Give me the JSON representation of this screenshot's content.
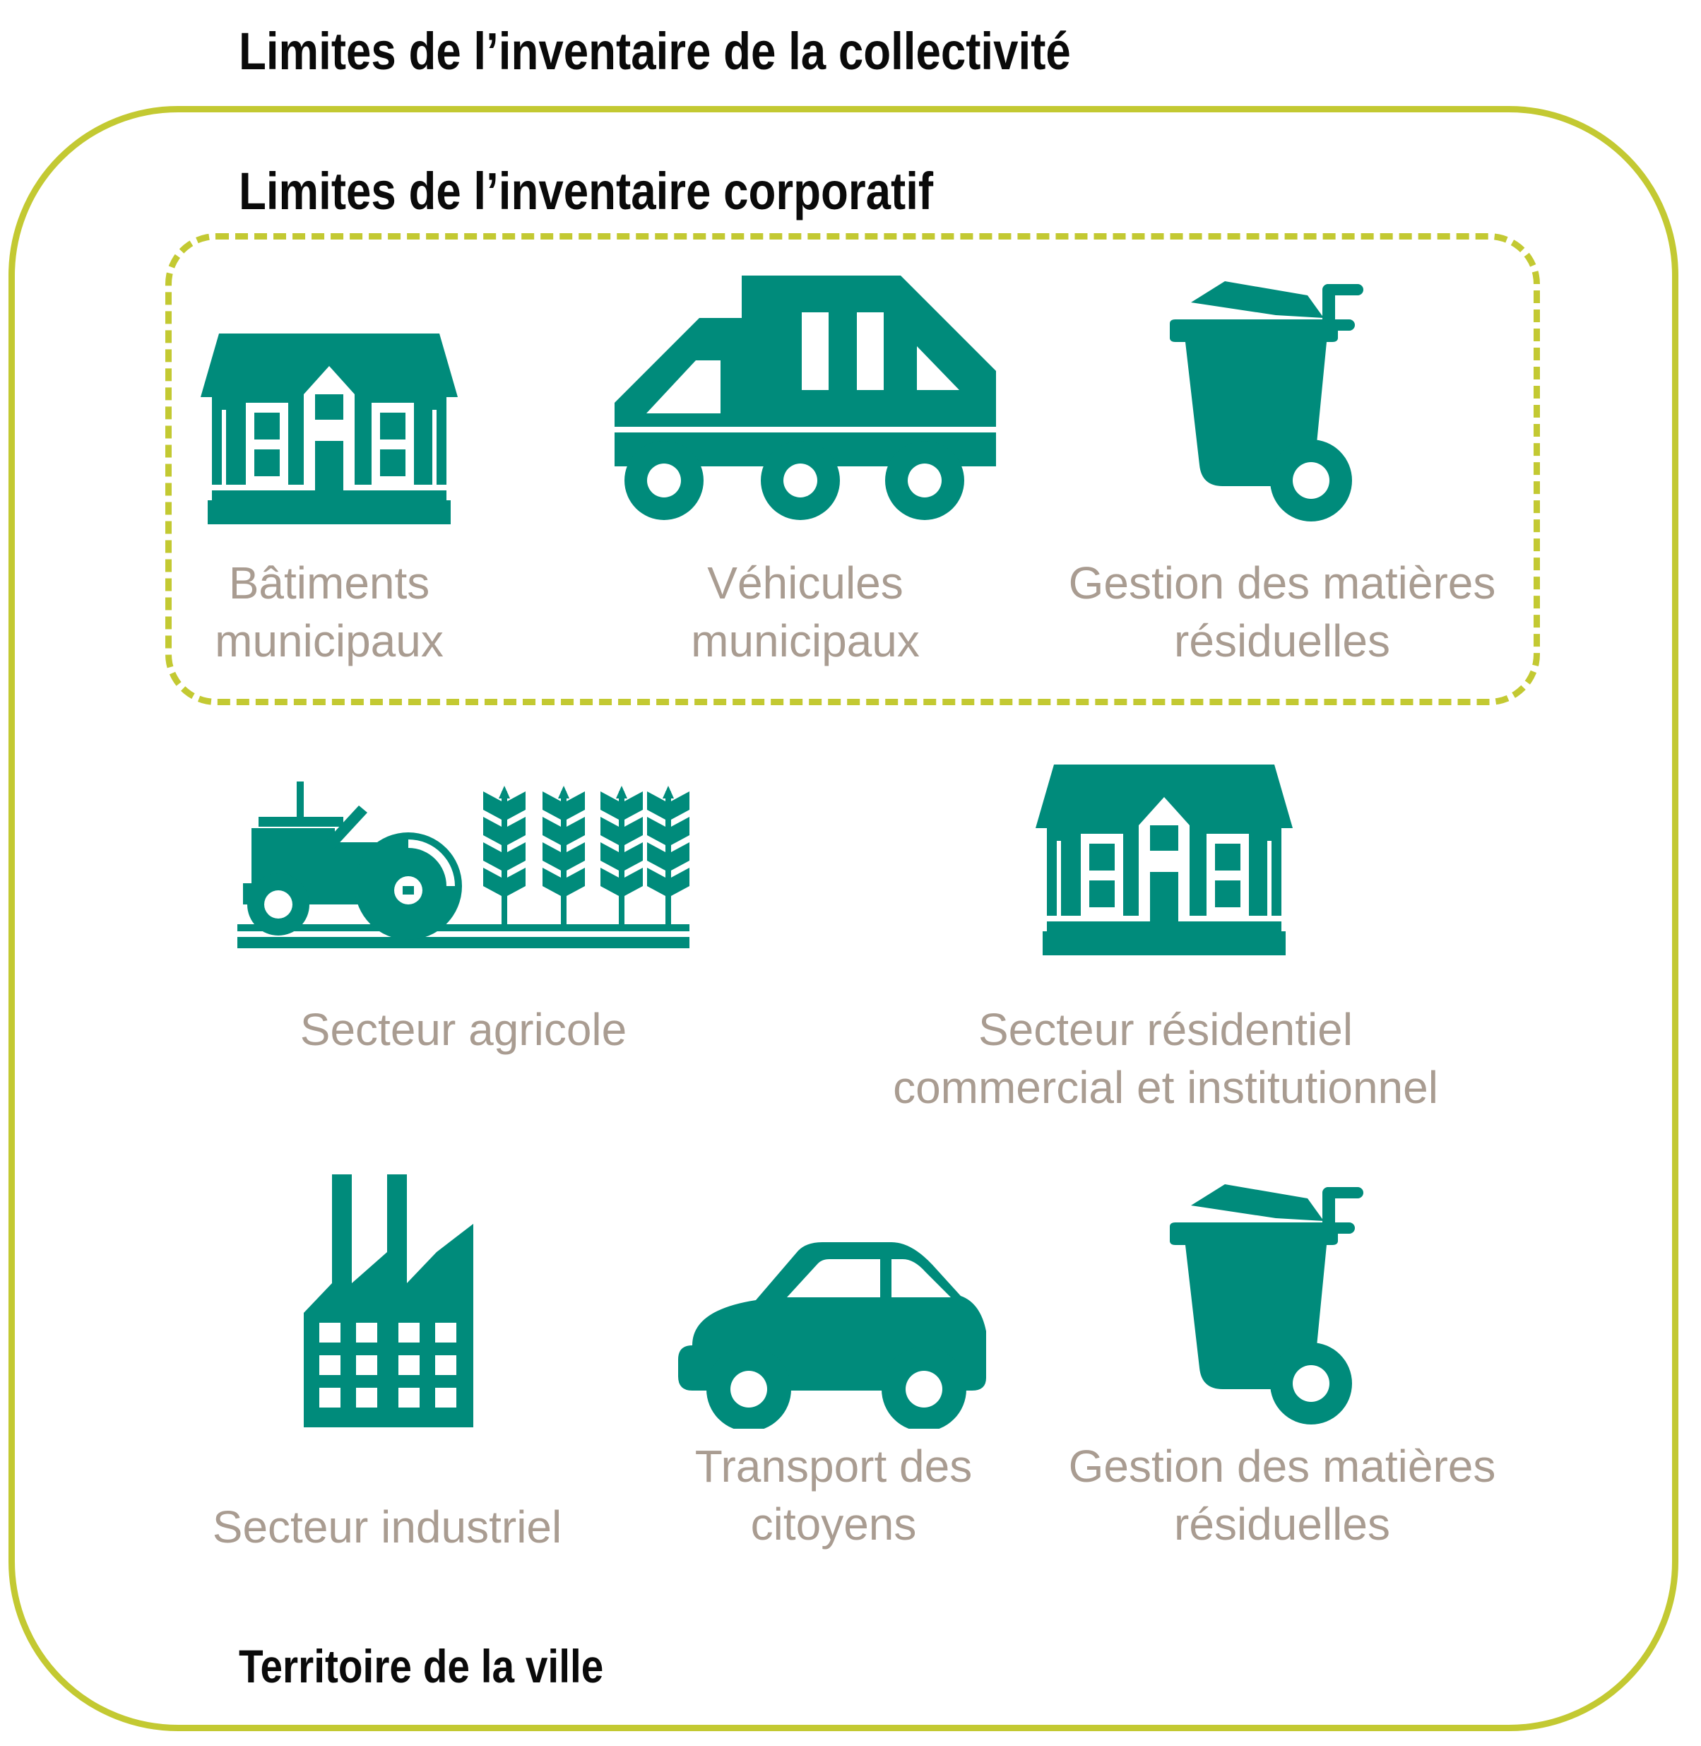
{
  "titles": {
    "collectivite": "Limites de l’inventaire de la collectivité",
    "corporatif": "Limites de l’inventaire corporatif",
    "territoire": "Territoire de la ville"
  },
  "colors": {
    "icon": "#008b7b",
    "label": "#a99c91",
    "boundary": "#c3c932",
    "title": "#0a0a0a"
  },
  "corporate_items": [
    {
      "icon": "building-icon",
      "line1": "Bâtiments",
      "line2": "municipaux"
    },
    {
      "icon": "truck-icon",
      "line1": "Véhicules",
      "line2": "municipaux"
    },
    {
      "icon": "waste-bin-icon",
      "line1": "Gestion des matières",
      "line2": "résiduelles"
    }
  ],
  "community_items": [
    {
      "icon": "tractor-crops-icon",
      "line1": "Secteur agricole",
      "line2": ""
    },
    {
      "icon": "building-icon",
      "line1": "Secteur résidentiel",
      "line2": "commercial et institutionnel"
    },
    {
      "icon": "factory-icon",
      "line1": "Secteur industriel",
      "line2": ""
    },
    {
      "icon": "car-icon",
      "line1": "Transport des",
      "line2": "citoyens"
    },
    {
      "icon": "waste-bin-icon",
      "line1": "Gestion des matières",
      "line2": "résiduelles"
    }
  ]
}
